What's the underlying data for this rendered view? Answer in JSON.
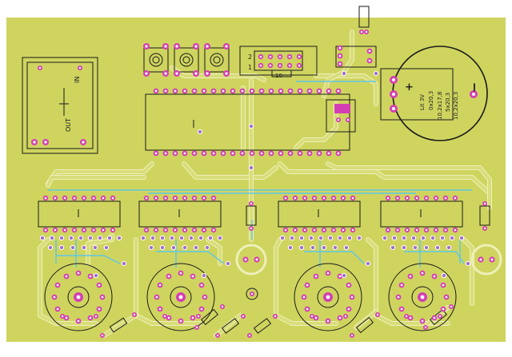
{
  "colors": {
    "background": "#ffffff",
    "board": "#cfd45f",
    "copper": "#d9dd7a",
    "copper_edge": "#eef0b8",
    "silk": "#1a1a1a",
    "pad": "#d43fb3",
    "pad_hole": "#ffffff",
    "via": "#a06ad0",
    "jumper": "#5fc7e6"
  },
  "labels": {
    "regulator_in": "IN",
    "regulator_out": "OUT",
    "header_pin2": "2",
    "header_pin1": "1",
    "header_pin10": "10",
    "battery_type": "Lit 3V",
    "battery_size1": "0x20,3",
    "battery_size2": "10,2x17,8",
    "battery_size3": "5x20,3",
    "battery_size4": "10,2x20,3",
    "battery_plus": "+",
    "battery_minus": "−"
  },
  "components": {
    "mcu": {
      "pins_per_side": 20
    },
    "decoders": {
      "count": 4,
      "pins_per_side": 8
    },
    "buttons": {
      "count": 3
    },
    "rotary_sockets": {
      "count": 4,
      "pins": 12
    },
    "diodes": {
      "count": 6
    },
    "capacitors": {
      "count": 3
    },
    "crystal": {
      "count": 1
    }
  }
}
